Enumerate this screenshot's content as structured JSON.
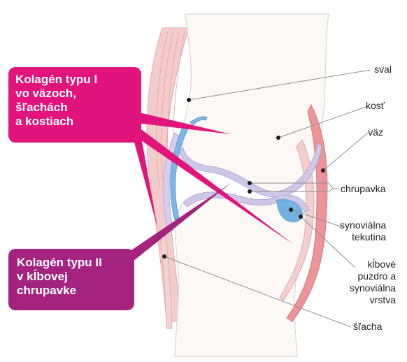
{
  "colors": {
    "callout_1": "#e0147a",
    "callout_2": "#a3237f",
    "bone": "#fbf8f5",
    "bone_outline": "#d8d2d4",
    "muscle": "#f2c3c3",
    "ligament": "#ec8f92",
    "cartilage": "#c9c2e4",
    "synovial_fluid": "#5aa6d9",
    "tendon_blue": "#6eaee2",
    "leader": "#9a9a9a"
  },
  "callouts": {
    "type1": "Kolagén typu I\nvo väzoch,\nšľachách\na kostiach",
    "type2": "Kolagén typu II\nv kĺbovej\nchrupavke"
  },
  "labels": {
    "sval": "sval",
    "kost": "kosť",
    "vaz": "väz",
    "chrupavka": "chrupavka",
    "synovialna_tekutina": "synoviálna\ntekutina",
    "puzdro": "kĺbové\npuzdro a\nsynoviálna\nvrstva",
    "slacha": "šľacha"
  }
}
